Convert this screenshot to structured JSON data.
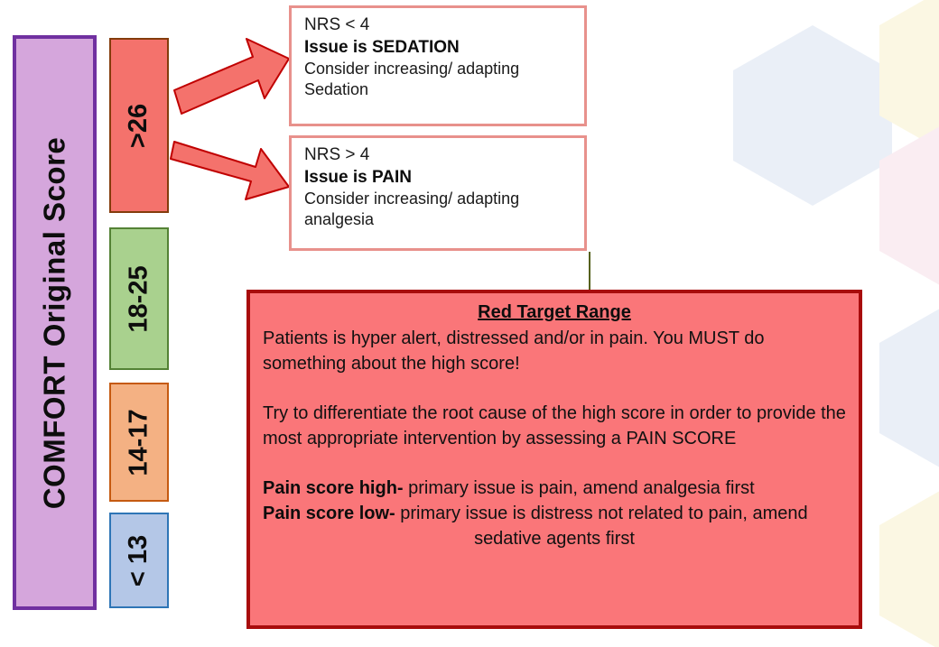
{
  "axis": {
    "label": "COMFORT Original  Score",
    "color": "#D5A6DC",
    "border_color": "#7030A0"
  },
  "bands": [
    {
      "name": "band-gt-26",
      "label": ">26",
      "fill": "#F4726C",
      "border": "#843C0C"
    },
    {
      "name": "band-18-25",
      "label": "18-25",
      "fill": "#A9D18E",
      "border": "#548235"
    },
    {
      "name": "band-14-17",
      "label": "14-17",
      "fill": "#F4B183",
      "border": "#C55A11"
    },
    {
      "name": "band-lt-13",
      "label": "< 13",
      "fill": "#B4C7E7",
      "border": "#2E75B6"
    }
  ],
  "outcomes": [
    {
      "name": "sedation",
      "condition": "NRS < 4",
      "issue": "Issue is SEDATION",
      "action_line1": "Consider increasing/ adapting",
      "action_line2": "Sedation"
    },
    {
      "name": "pain",
      "condition": "NRS > 4",
      "issue": "Issue is PAIN",
      "action_line1": "Consider increasing/ adapting",
      "action_line2": "analgesia"
    }
  ],
  "red_panel": {
    "title": "Red Target Range",
    "paragraph1": "Patients is hyper alert, distressed and/or in pain. You MUST do something about the high score!",
    "paragraph2": "Try to differentiate the root cause of the high score in order to provide the most appropriate intervention by assessing a PAIN SCORE",
    "pain_high_label": "Pain score high-",
    "pain_high_text": " primary issue is pain, amend analgesia first",
    "pain_low_label": "Pain score low-",
    "pain_low_text": " primary issue is distress not related to pain, amend",
    "pain_low_text_line2": "sedative agents first",
    "fill": "#FA7679",
    "border": "#A80C0C"
  },
  "arrows": {
    "arrow_up_name": "arrow-to-sedation",
    "arrow_down_name": "arrow-to-pain",
    "fill": "#F4726C",
    "stroke": "#C00000"
  },
  "decoration": {
    "hex_blue": "#EAEFF7",
    "hex_yellow": "#FBF7E3",
    "hex_pink": "#FAEDF2"
  }
}
